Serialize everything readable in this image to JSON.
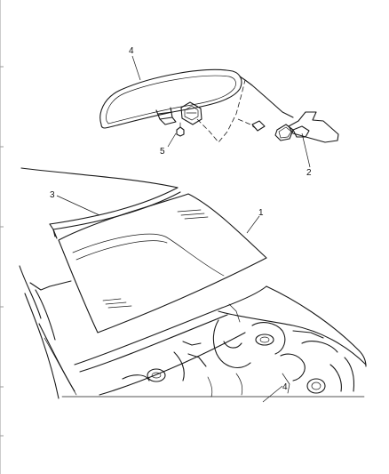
{
  "callouts": {
    "c1": "1",
    "c2": "2",
    "c3": "3",
    "c4_mirror": "4",
    "c4_bottom": "4",
    "c5": "5"
  },
  "colors": {
    "line": "#1a1a1a",
    "background": "#ffffff",
    "seal_fill": "#2b2b2b"
  }
}
